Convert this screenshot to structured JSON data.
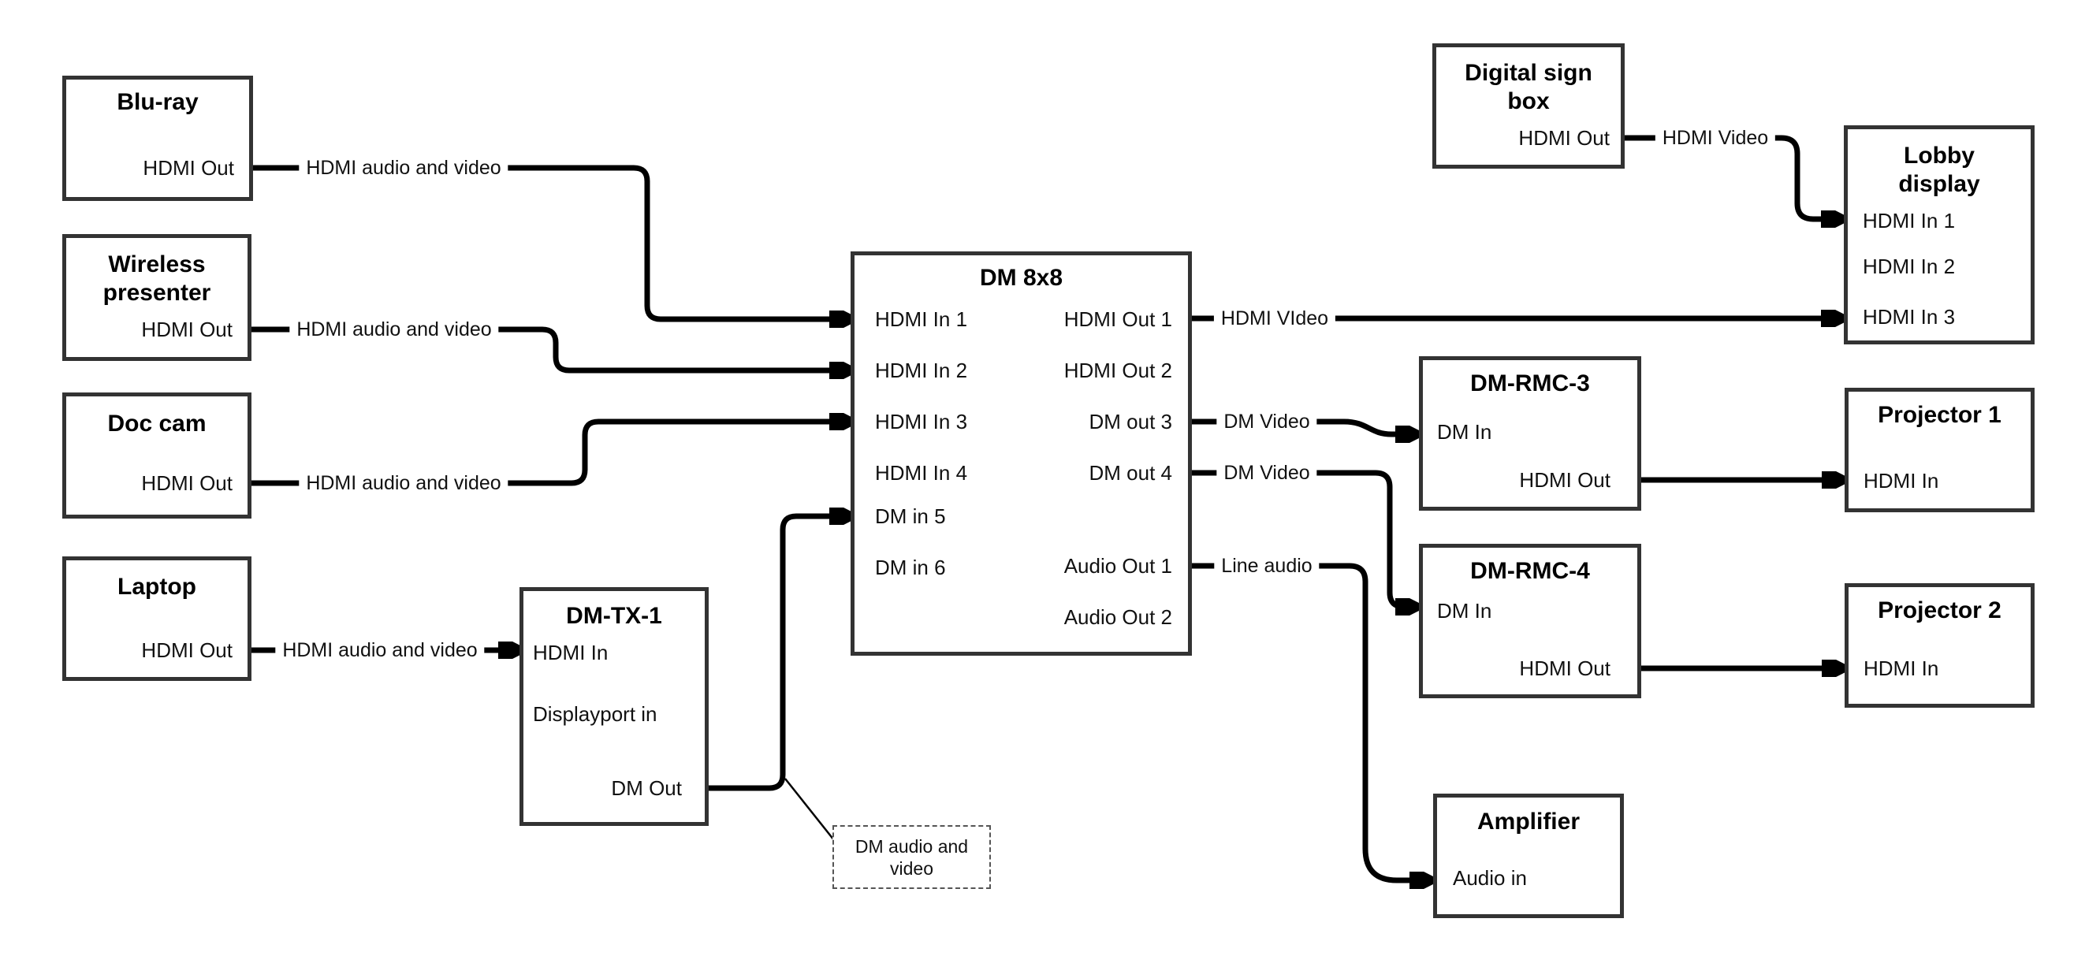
{
  "nodes": {
    "bluray": {
      "title": "Blu-ray",
      "ports": [
        "HDMI Out"
      ]
    },
    "wireless": {
      "title": "Wireless presenter",
      "ports": [
        "HDMI Out"
      ]
    },
    "doccam": {
      "title": "Doc cam",
      "ports": [
        "HDMI Out"
      ]
    },
    "laptop": {
      "title": "Laptop",
      "ports": [
        "HDMI Out"
      ]
    },
    "dmtx1": {
      "title": "DM-TX-1",
      "ports": [
        "HDMI In",
        "Displayport in",
        "DM Out"
      ]
    },
    "dm8x8": {
      "title": "DM 8x8",
      "inputs": [
        "HDMI In 1",
        "HDMI In 2",
        "HDMI In 3",
        "HDMI In 4",
        "DM in 5",
        "DM in 6"
      ],
      "outputs": [
        "HDMI Out 1",
        "HDMI Out 2",
        "DM out 3",
        "DM out 4",
        "Audio Out 1",
        "Audio Out 2"
      ]
    },
    "signbox": {
      "title": "Digital sign box",
      "ports": [
        "HDMI Out"
      ]
    },
    "lobby": {
      "title": "Lobby display",
      "ports": [
        "HDMI In 1",
        "HDMI In 2",
        "HDMI In 3"
      ]
    },
    "rmc3": {
      "title": "DM-RMC-3",
      "ports": [
        "DM In",
        "HDMI Out"
      ]
    },
    "proj1": {
      "title": "Projector 1",
      "ports": [
        "HDMI In"
      ]
    },
    "rmc4": {
      "title": "DM-RMC-4",
      "ports": [
        "DM In",
        "HDMI Out"
      ]
    },
    "proj2": {
      "title": "Projector 2",
      "ports": [
        "HDMI In"
      ]
    },
    "amp": {
      "title": "Amplifier",
      "ports": [
        "Audio in"
      ]
    }
  },
  "wire_labels": {
    "bluray_to_dm8x8": "HDMI audio and video",
    "wireless_to_dm8x8": "HDMI audio and video",
    "doccam_to_dm8x8": "HDMI audio and video",
    "laptop_to_dmtx1": "HDMI audio and video",
    "dm8x8_to_lobby": "HDMI VIdeo",
    "signbox_to_lobby": "HDMI Video",
    "dm8x8_to_rmc3": "DM Video",
    "dm8x8_to_rmc4": "DM Video",
    "dm8x8_to_amp": "Line audio"
  },
  "callout": {
    "text": "DM audio and video"
  },
  "colors": {
    "wire": "#000000",
    "box_border": "#333333",
    "background": "#ffffff"
  }
}
